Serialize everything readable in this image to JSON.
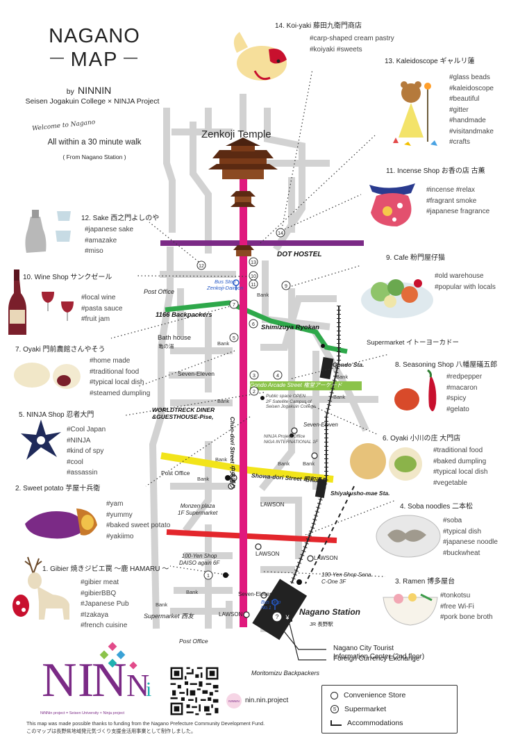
{
  "header": {
    "title_line1": "NAGANO",
    "title_line2": "MAP",
    "by_prefix": "by",
    "by_name": "NINNIN",
    "org_line": "Seisen Jogakuin College × NINJA Project",
    "welcome": "Welcome to Nagano",
    "tagline": "All within a 30 minute walk",
    "tagline_sub": "( From Nagano Station )"
  },
  "landmarks": {
    "temple": "Zenkoji Temple",
    "station": "Nagano Station",
    "station_jp": "JR 長野駅",
    "gondo_sta": "Gondo Sta.",
    "shiyakusho_sta": "Shiyakusho-mae Sta.",
    "street_chuo": "Chuo-dori Street 中央通り",
    "gondo_arcade": "Gondo Arcade Street 権堂アーケード",
    "showa_street": "Showa-dori Street 昭和通り"
  },
  "map_labels": {
    "dot_hostel": "DOT HOSTEL",
    "bus_stop_zenkoji": "Bus Stop",
    "bus_stop_zenkoji_name": "Zenkoji-Daimon",
    "post_office_1": "Post Office",
    "post_office_2": "Post Office",
    "post_office_3": "Post Office",
    "backpackers_1166": "1166 Backpackers",
    "shimizuya": "Shimizuya Ryokan",
    "bath_house": "Bath house",
    "bath_house_jp": "亀の湯",
    "supermarket_itoyokado": "Supermarket イトーヨーカドー",
    "seven_eleven_1": "Seven-Eleven",
    "seven_eleven_2": "Seven-Eleven",
    "seven_eleven_3": "Seven-Eleven",
    "worldtreck": "WORLDTRECK DINER",
    "worldtreck_2": "&GUESTHOUSE-Pise,",
    "public_space": "Public space OPEN",
    "public_space_2": "2F Satellite Campus of",
    "public_space_3": "Seisen Jogakuin College",
    "ninja_office": "NINJA Project Office",
    "ninja_office_2": "NiGA INTERNATIONAL 1F",
    "monzen_plaza": "Monzen plaza",
    "monzen_plaza_2": "1F Supermarket",
    "lawson_1": "LAWSON",
    "lawson_2": "LAWSON",
    "lawson_3": "LAWSON",
    "yen100_daiso": "100-Yen Shop",
    "yen100_daiso_2": "DAISO again 6F",
    "yen100_sena": "100-Yen Shop Sena",
    "yen100_sena_2": "C-One 3F",
    "supermarket_seiyu": "Supermarket 西友",
    "bus_stop_no1": "Bus Stop",
    "bus_stop_no1_name": "No.1",
    "moritomizu": "Moritomizu Backpackers",
    "tourist_info": "Nagano City Tourist",
    "tourist_info_2": "Information Center (2nd floor)",
    "currency": "Foreign Currency Exchange",
    "bank": "Bank"
  },
  "shops": [
    {
      "num": "1",
      "name": "1. Gibier 焼きジビエ罠 〜鹿 HAMARU 〜",
      "tags": [
        "#gibier meat",
        "#gibierBBQ",
        "#Japanese Pub",
        "#Izakaya",
        "#french cuisine"
      ]
    },
    {
      "num": "2",
      "name": "2. Sweet potato 芋屋十兵衛",
      "tags": [
        "#yam",
        "#yummy",
        "#baked sweet potato",
        "#yakiimo"
      ]
    },
    {
      "num": "3",
      "name": "3. Ramen 博多屋台",
      "tags": [
        "#tonkotsu",
        "#free Wi-Fi",
        "#pork bone broth"
      ]
    },
    {
      "num": "4",
      "name": "4. Soba noodles 二本松",
      "tags": [
        "#soba",
        "#typical dish",
        "#japanese noodle",
        "#buckwheat"
      ]
    },
    {
      "num": "5",
      "name": "5. NINJA Shop 忍者大門",
      "tags": [
        "#Cool Japan",
        "#NINJA",
        "#kind of spy",
        "#cool",
        "#assassin"
      ]
    },
    {
      "num": "6",
      "name": "6. Oyaki 小川の庄 大門店",
      "tags": [
        "#traditional food",
        "#baked dumpling",
        "#typical local dish",
        "#vegetable"
      ]
    },
    {
      "num": "7",
      "name": "7. Oyaki 門前農館さんやそう",
      "tags": [
        "#home made",
        "#traditional food",
        "#typical local dish",
        "#steamed dumpling"
      ]
    },
    {
      "num": "8",
      "name": "8. Seasoning Shop 八幡屋礒五郎",
      "tags": [
        "#redpepper",
        "#macaron",
        "#spicy",
        "#gelato"
      ]
    },
    {
      "num": "9",
      "name": "9. Cafe 粉門屋仔猫",
      "tags": [
        "#old warehouse",
        "#popular with locals"
      ]
    },
    {
      "num": "10",
      "name": "10. Wine Shop サンクゼール",
      "tags": [
        "#local wine",
        "#pasta sauce",
        "#fruit jam"
      ]
    },
    {
      "num": "11",
      "name": "11. Incense Shop お香の店 古薫",
      "tags": [
        "#incense #relax",
        "#fragrant smoke",
        "#japanese fragrance"
      ]
    },
    {
      "num": "12",
      "name": "12. Sake 西之門よしのや",
      "tags": [
        "#japanese sake",
        "#amazake",
        "#miso"
      ]
    },
    {
      "num": "13",
      "name": "13. Kaleidoscope ギャルリ蓮",
      "tags": [
        "#glass beads",
        "#kaleidoscope",
        "#beautiful",
        "#gitter",
        "#handmade",
        "#visitandmake",
        "#crafts"
      ]
    },
    {
      "num": "14",
      "name": "14. Koi-yaki 藤田九衛門商店",
      "tags": [
        "#carp-shaped cream pastry",
        "#koiyaki #sweets"
      ]
    }
  ],
  "legend": {
    "convenience": "Convenience Store",
    "supermarket": "Supermarket",
    "accommodations": "Accommodations"
  },
  "footer": {
    "logo_text": "NINNIN",
    "logo_sub": "NiNNin project = Seisen University × Ninja project",
    "site_badge": "NINNIN",
    "site": "nin.nin.project",
    "funding_en": "This map was made possible thanks to funding from the Nagano Prefecture Community Development Fund.",
    "funding_jp": "このマップは長野県地域発元気づくり支援金活用事業として制作しました。"
  },
  "colors": {
    "chuo_street": "#e0197d",
    "purple_street": "#7b2a86",
    "green_street": "#2ea84a",
    "yellow_street": "#f2e41a",
    "red_street": "#e3262c",
    "gondo_arcade": "#8bc34a",
    "roads": "#d4d4d4",
    "rail": "#222222"
  }
}
